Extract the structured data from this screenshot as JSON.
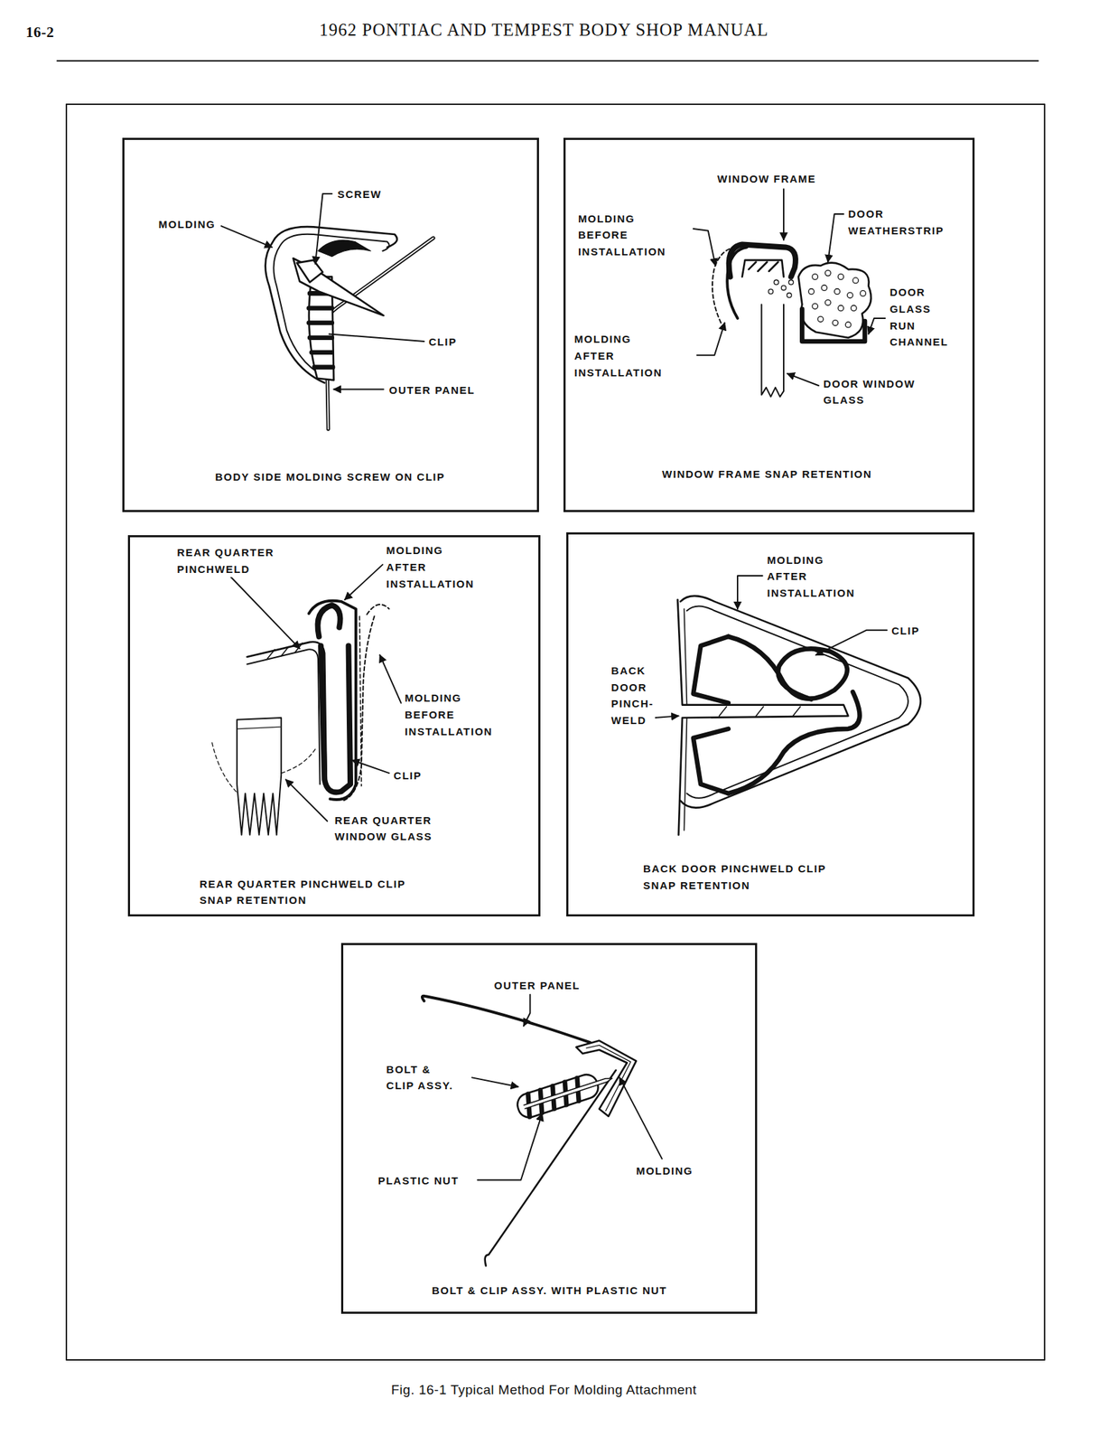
{
  "diagram": {
    "title": "1962 PONTIAC AND TEMPEST BODY SHOP MANUAL",
    "caption": "Fig. 16-1 Typical Method For Molding Attachment",
    "nodes": [
      {
        "text": [
          "BODY SIDE MOLDING SCREW ON CLIP"
        ]
      },
      {
        "text": [
          "WINDOW FRAME SNAP RETENTION"
        ]
      },
      {
        "text": [
          "REAR QUARTER PINCHWELD CLIP SNAP RETENTION"
        ]
      },
      {
        "text": [
          "BACK DOOR PINCHWELD CLIP SNAP RETENTION"
        ]
      },
      {
        "text": [
          "BOLT & CLIP ASSY. WITH PLASTIC NUT"
        ]
      }
    ],
    "labels": [
      "16-2",
      "SCREW",
      "MOLDING",
      "CLIP",
      "OUTER PANEL",
      "WINDOW FRAME",
      "MOLDING BEFORE INSTALLATION",
      "DOOR WEATHERSTRIP",
      "DOOR GLASS RUN CHANNEL",
      "MOLDING AFTER INSTALLATION",
      "DOOR WINDOW GLASS",
      "REAR QUARTER PINCHWELD",
      "MOLDING AFTER INSTALLATION",
      "MOLDING BEFORE INSTALLATION",
      "CLIP",
      "REAR QUARTER WINDOW GLASS",
      "MOLDING AFTER INSTALLATION",
      "CLIP",
      "BACK DOOR PINCH- WELD",
      "OUTER PANEL",
      "BOLT & CLIP ASSY.",
      "PLASTIC NUT",
      "MOLDING"
    ]
  }
}
